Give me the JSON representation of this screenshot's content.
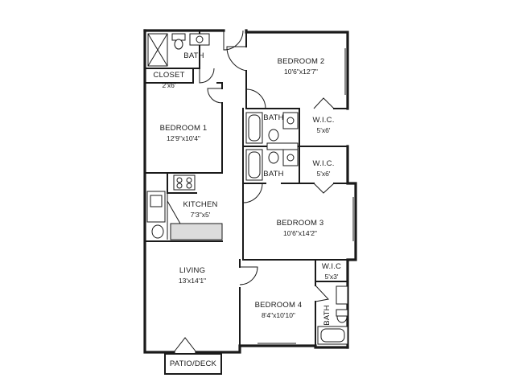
{
  "rooms": {
    "bath_top": {
      "name": "BATH"
    },
    "closet": {
      "name": "CLOSET",
      "dim": "2'x6'"
    },
    "bedroom1": {
      "name": "BEDROOM 1",
      "dim": "12'9\"x10'4\""
    },
    "bedroom2": {
      "name": "BEDROOM 2",
      "dim": "10'6\"x12'7\""
    },
    "bath_a": {
      "name": "BATH"
    },
    "bath_b": {
      "name": "BATH"
    },
    "wic_a": {
      "name": "W.I.C.",
      "dim": "5'x6'"
    },
    "wic_b": {
      "name": "W.I.C.",
      "dim": "5'x6'"
    },
    "kitchen": {
      "name": "KITCHEN",
      "dim": "7'3\"x5'"
    },
    "bedroom3": {
      "name": "BEDROOM 3",
      "dim": "10'6\"x14'2\""
    },
    "living": {
      "name": "LIVING",
      "dim": "13'x14'1\""
    },
    "wic_c": {
      "name": "W.I.C",
      "dim": "5'x3'"
    },
    "bedroom4": {
      "name": "BEDROOM 4",
      "dim": "8'4\"x10'10\""
    },
    "bath_c": {
      "name": "BATH"
    },
    "patio": {
      "name": "PATIO/DECK"
    }
  }
}
